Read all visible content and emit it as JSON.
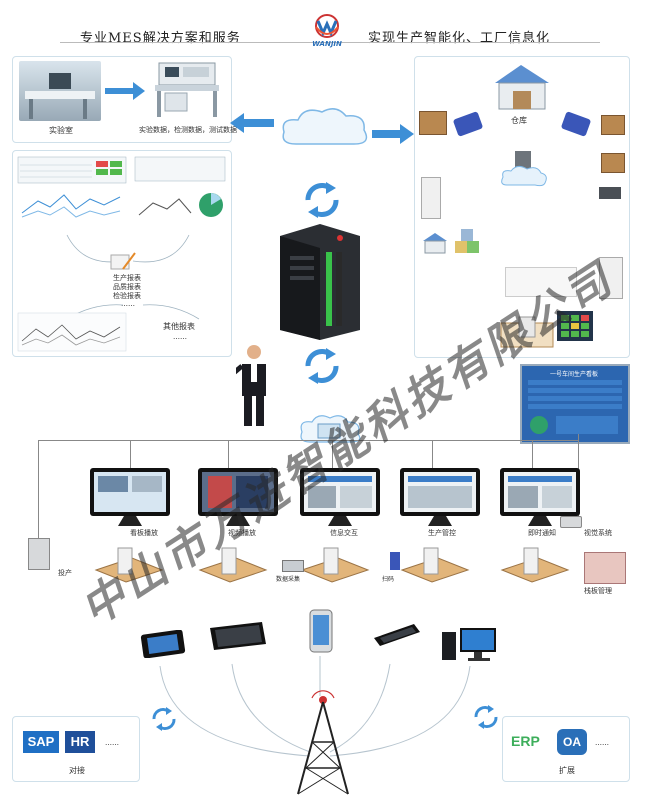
{
  "header": {
    "left_text": "专业MES解决方案和服务",
    "right_text": "实现生产智能化、工厂信息化",
    "logo_text": "WANJIN"
  },
  "lab": {
    "label": "实验室",
    "data_label": "实验数据，检测数据，测试数据"
  },
  "warehouse": {
    "label": "仓库"
  },
  "reports": {
    "items": [
      "生产报表",
      "品质报表",
      "检验报表",
      "……"
    ],
    "other_label": "其他报表",
    "other_dots": "……"
  },
  "stations": [
    {
      "caption": "看板播放"
    },
    {
      "caption": "视频播放"
    },
    {
      "caption": "信息交互"
    },
    {
      "caption": "生产管控"
    },
    {
      "caption": "即时通知"
    }
  ],
  "vision_label": "视觉系统",
  "side_label": "投产",
  "data_collect_label": "数据采集",
  "scan_label": "扫码",
  "pallet_label": "栈板管理",
  "kanban": {
    "title": "一号车间生产看板"
  },
  "bottom_left": {
    "sap": "SAP",
    "hr": "HR",
    "dots": "……",
    "label": "对接"
  },
  "bottom_right": {
    "erp": "ERP",
    "oa": "OA",
    "dots": "……",
    "label": "扩展"
  },
  "watermark": "中山市万进智能科技有限公司",
  "colors": {
    "accent_blue": "#2a7fc0",
    "arrow_blue": "#3d8fd6",
    "server_green": "#39c24a",
    "erp_green": "#3dae5b",
    "oa_blue": "#2a6fb8"
  }
}
